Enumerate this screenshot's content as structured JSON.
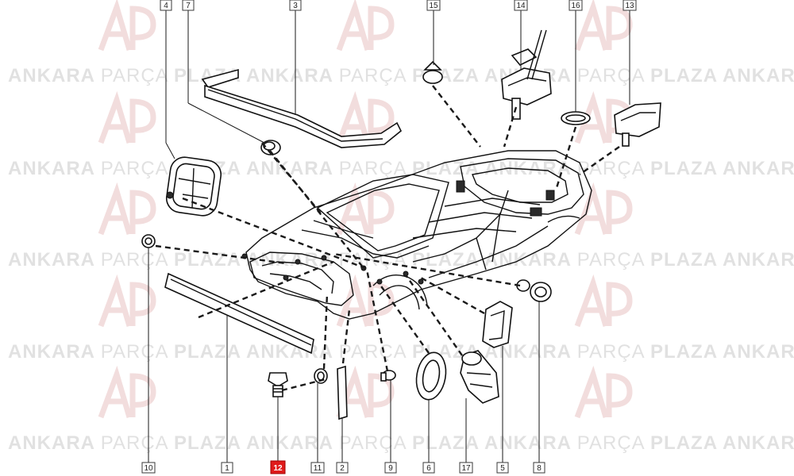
{
  "diagram": {
    "watermark": {
      "word1": "ANKARA",
      "word2": "PARÇA",
      "word3": "PLAZA",
      "logo": "AP"
    },
    "callouts": [
      {
        "id": "c4",
        "label": "4",
        "highlight": false
      },
      {
        "id": "c7",
        "label": "7",
        "highlight": false
      },
      {
        "id": "c3",
        "label": "3",
        "highlight": false
      },
      {
        "id": "c15",
        "label": "15",
        "highlight": false
      },
      {
        "id": "c14",
        "label": "14",
        "highlight": false
      },
      {
        "id": "c16",
        "label": "16",
        "highlight": false
      },
      {
        "id": "c13",
        "label": "13",
        "highlight": false
      },
      {
        "id": "c10",
        "label": "10",
        "highlight": false
      },
      {
        "id": "c1",
        "label": "1",
        "highlight": false
      },
      {
        "id": "c12",
        "label": "12",
        "highlight": true
      },
      {
        "id": "c11",
        "label": "11",
        "highlight": false
      },
      {
        "id": "c2",
        "label": "2",
        "highlight": false
      },
      {
        "id": "c9",
        "label": "9",
        "highlight": false
      },
      {
        "id": "c6",
        "label": "6",
        "highlight": false
      },
      {
        "id": "c17",
        "label": "17",
        "highlight": false
      },
      {
        "id": "c5",
        "label": "5",
        "highlight": false
      },
      {
        "id": "c8",
        "label": "8",
        "highlight": false
      }
    ],
    "colors": {
      "highlight": "#e01b1b",
      "line": "#111111",
      "watermark_text": "#c9c9c9",
      "watermark_logo": "#e2b3b3"
    }
  }
}
